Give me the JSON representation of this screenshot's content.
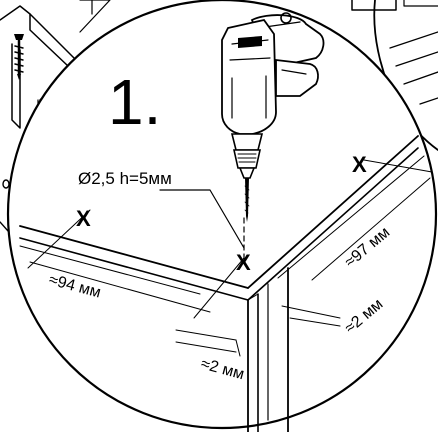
{
  "step": {
    "number": "1."
  },
  "drill_spec": "Ø2,5  h=5мм",
  "hole_marker": "X",
  "dimensions": {
    "left_offset": "≈94 мм",
    "right_offset": "≈97 мм",
    "edge_depth_right": "≈2 мм",
    "edge_depth_bottom": "≈2 мм"
  }
}
